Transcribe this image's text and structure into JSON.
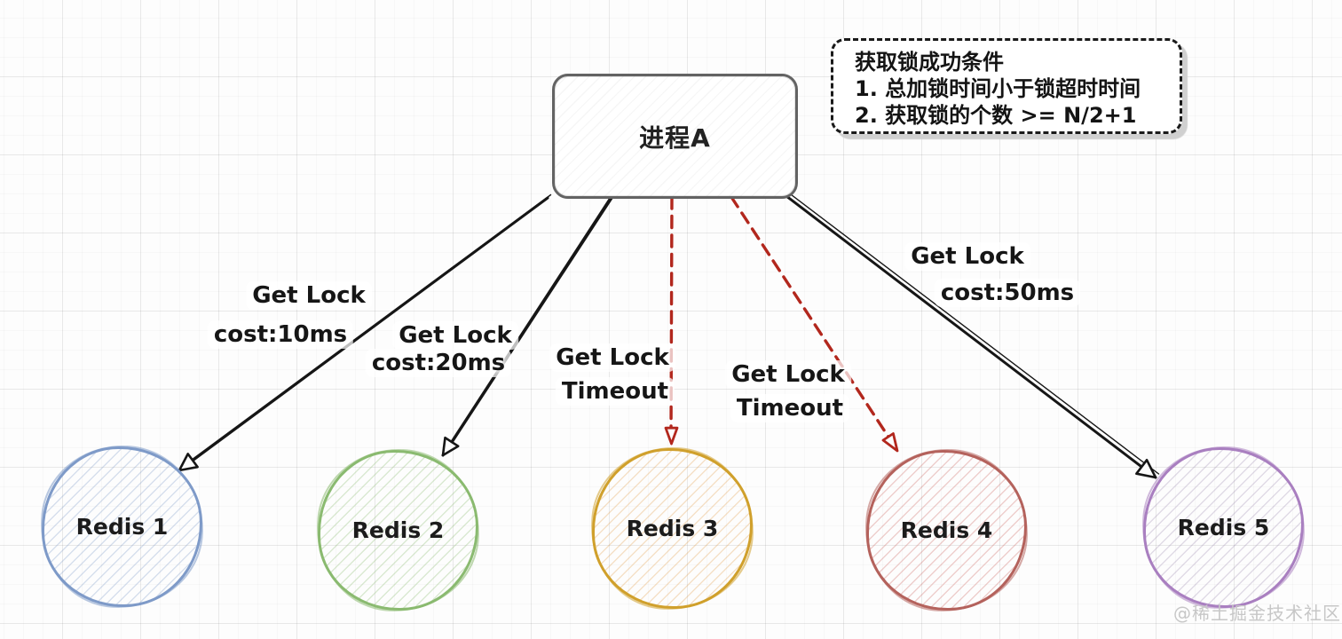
{
  "process": {
    "label": "进程A"
  },
  "note": {
    "title": "获取锁成功条件",
    "items": [
      "1. 总加锁时间小于锁超时时间",
      "2. 获取锁的个数 >= N/2+1"
    ]
  },
  "edges": [
    {
      "line1": "Get Lock",
      "line2": "cost:10ms"
    },
    {
      "line1": "Get Lock",
      "line2": "cost:20ms"
    },
    {
      "line1": "Get Lock",
      "line2": "Timeout"
    },
    {
      "line1": "Get Lock",
      "line2": "Timeout"
    },
    {
      "line1": "Get Lock",
      "line2": "cost:50ms"
    }
  ],
  "nodes": [
    {
      "label": "Redis 1",
      "color": "#7e9ac8"
    },
    {
      "label": "Redis 2",
      "color": "#8aba70"
    },
    {
      "label": "Redis 3",
      "color": "#d0a02c"
    },
    {
      "label": "Redis 4",
      "color": "#b4625c"
    },
    {
      "label": "Redis 5",
      "color": "#a97fc0"
    }
  ],
  "colors": {
    "arrow_success": "#161616",
    "arrow_timeout": "#b2271d",
    "grid_background": "#fdfdfd"
  },
  "watermark": "@稀土掘金技术社区"
}
